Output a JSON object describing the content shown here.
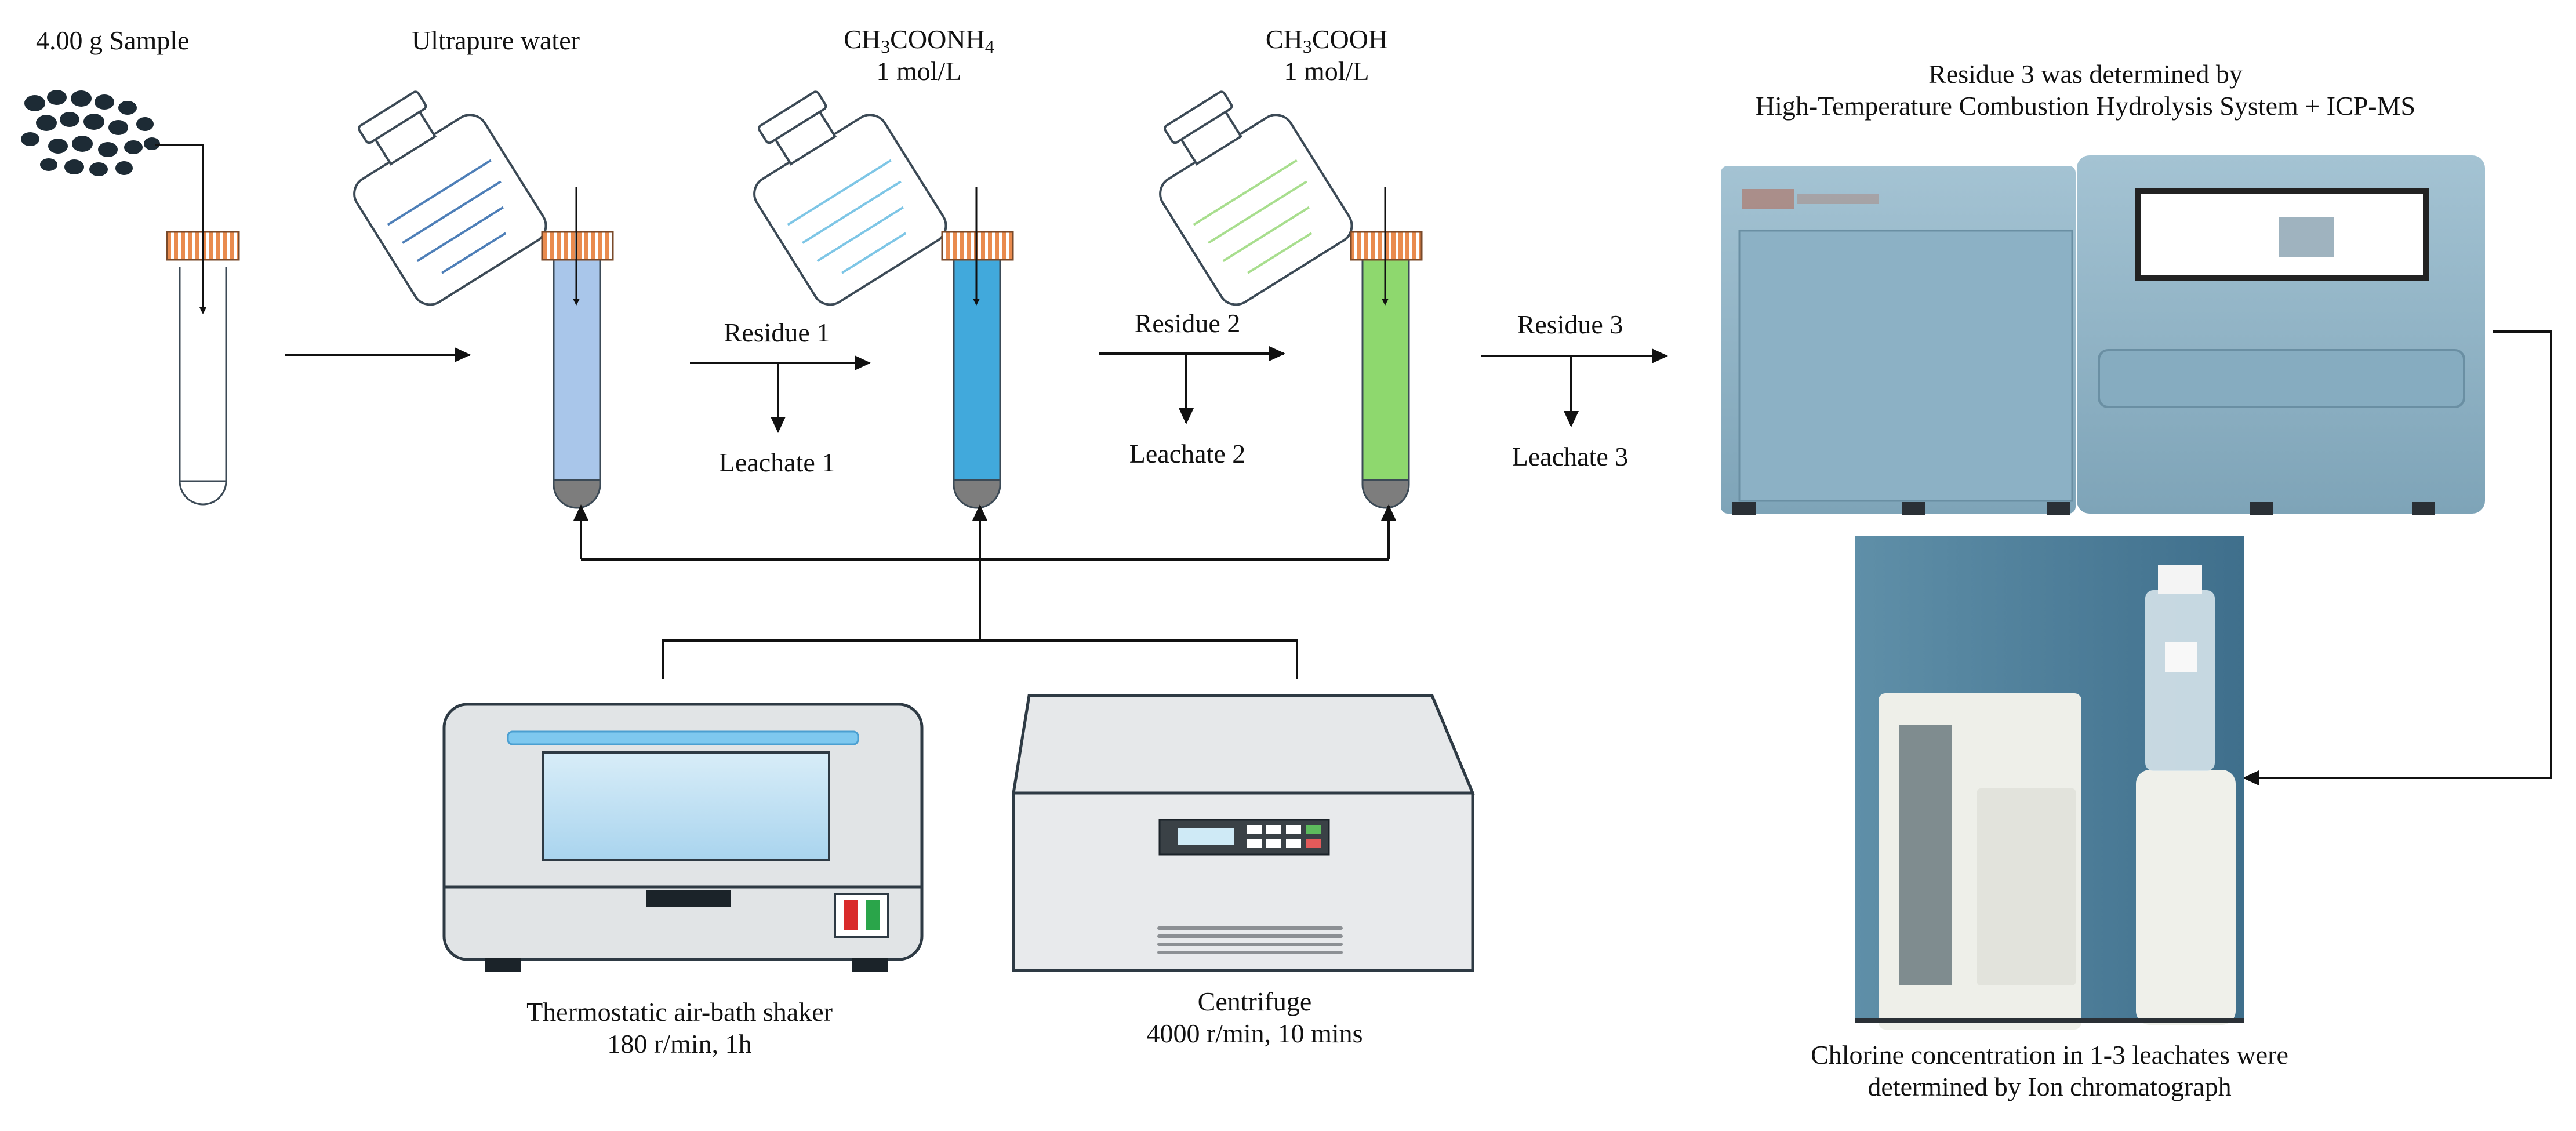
{
  "labels": {
    "sample": "4.00 g Sample",
    "water": "Ultrapure water",
    "ammonium": {
      "pre": "CH",
      "sub1": "3",
      "mid": "COONH",
      "sub2": "4",
      "conc": "1 mol/L"
    },
    "acetic": {
      "pre": "CH",
      "sub1": "3",
      "post": "COOH",
      "conc": "1 mol/L"
    },
    "residue1": "Residue 1",
    "residue2": "Residue 2",
    "residue3": "Residue 3",
    "leachate1": "Leachate 1",
    "leachate2": "Leachate 2",
    "leachate3": "Leachate 3",
    "system_line1": "Residue 3 was determined by",
    "system_line2": "High-Temperature Combustion Hydrolysis System + ICP-MS",
    "shaker_line1": "Thermostatic air-bath shaker",
    "shaker_line2": "180 r/min, 1h",
    "centrifuge_line1": "Centrifuge",
    "centrifuge_line2": "4000 r/min, 10 mins",
    "ic_line1": "Chlorine  concentration in 1-3 leachates were",
    "ic_line2": "determined by Ion chromatograph"
  },
  "colors": {
    "tube_water": "#a9c6ea",
    "tube_ammonium": "#41a9dc",
    "tube_acetic": "#8ed86e",
    "cap": "#e98b4e",
    "sample": "#1d2b35",
    "instrument": "#8fb3c5"
  }
}
